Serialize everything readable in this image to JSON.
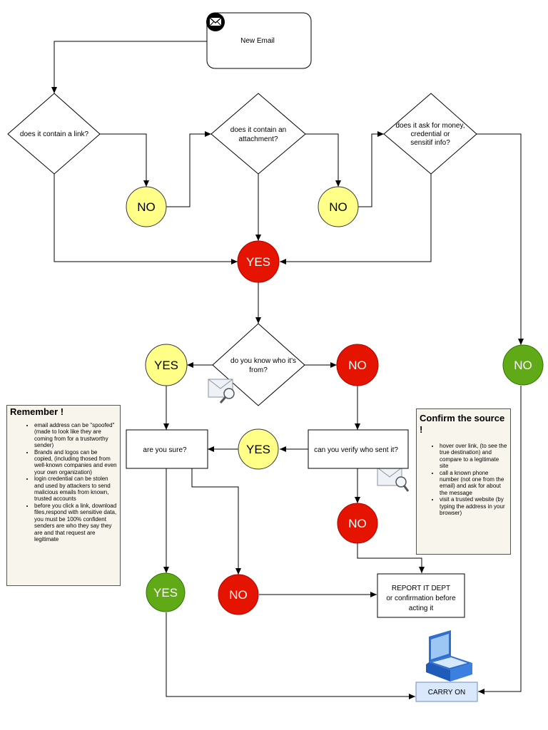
{
  "nodes": {
    "new_email": "New Email",
    "q_link": "does it contain a link?",
    "q_attachment": [
      "does it contain an",
      "attachment?"
    ],
    "q_money": [
      "does it ask for money,",
      "credential or",
      "sensitif info?"
    ],
    "no_link": "NO",
    "no_attachment": "NO",
    "yes_suspicious": "YES",
    "q_know_sender": [
      "do you know who it's",
      "from?"
    ],
    "yes_know": "YES",
    "no_know": "NO",
    "no_money": "NO",
    "are_you_sure": "are you sure?",
    "verify_sender": "can you verify who sent it?",
    "yes_verify": "YES",
    "no_verify": "NO",
    "yes_sure": "YES",
    "no_sure": "NO",
    "report_it": [
      "REPORT IT DEPT",
      "or confirmation before",
      "acting it"
    ],
    "carry_on": "CARRY ON"
  },
  "notes": {
    "remember": {
      "title": "Remember !",
      "items": [
        "email address can be \"spoofed\"(made to look like they are coming from for a trustworthy sender)",
        "Brands and logos can be copied, (including thosed from well-known companies and even your own organization)",
        "login credential can be stolen and used by attackers to send malicious emails from known, trusted accounts",
        "before you click a link, download files,respond with sensitive data, you must be 100% confident senders are who they say they are and that request are legitimate"
      ]
    },
    "confirm": {
      "title": "Confirm the source !",
      "items": [
        "hover over link, (to see the true destination) and compare to a legitimate site",
        "call a known phone number (not one from the email) and ask for about the message",
        "visit a trusted website (by typing the address in your browser)"
      ]
    }
  },
  "colors": {
    "yes_red": "#e51400",
    "no_yellow": "#ffff88",
    "green": "#60a917",
    "carry_on_fill": "#dae8fc",
    "note_fill": "#f8f5ec"
  },
  "icons": [
    "envelope-icon",
    "magnifier-envelope-icon",
    "laptop-icon"
  ]
}
